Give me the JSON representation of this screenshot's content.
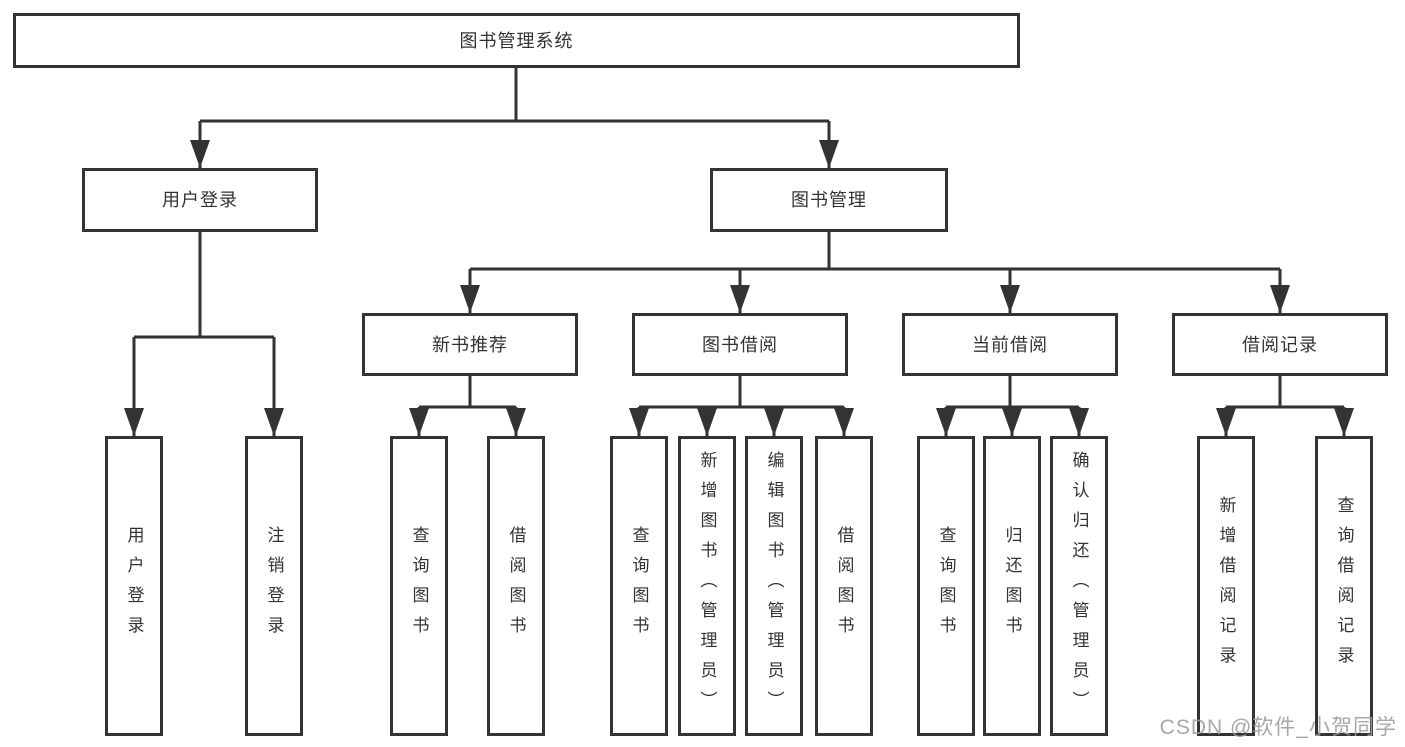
{
  "diagram": {
    "title": "图书管理系统",
    "root": {
      "label": "图书管理系统"
    },
    "level2": [
      {
        "label": "用户登录"
      },
      {
        "label": "图书管理"
      }
    ],
    "level3": [
      {
        "label": "新书推荐"
      },
      {
        "label": "图书借阅"
      },
      {
        "label": "当前借阅"
      },
      {
        "label": "借阅记录"
      }
    ],
    "leaves": [
      {
        "label": "用户登录",
        "parent": "用户登录"
      },
      {
        "label": "注销登录",
        "parent": "用户登录"
      },
      {
        "label": "查询图书",
        "parent": "新书推荐"
      },
      {
        "label": "借阅图书",
        "parent": "新书推荐"
      },
      {
        "label": "查询图书",
        "parent": "图书借阅"
      },
      {
        "label": "新增图书（管理员）",
        "parent": "图书借阅"
      },
      {
        "label": "编辑图书（管理员）",
        "parent": "图书借阅"
      },
      {
        "label": "借阅图书",
        "parent": "图书借阅"
      },
      {
        "label": "查询图书",
        "parent": "当前借阅"
      },
      {
        "label": "归还图书",
        "parent": "当前借阅"
      },
      {
        "label": "确认归还（管理员）",
        "parent": "当前借阅"
      },
      {
        "label": "新增借阅记录",
        "parent": "借阅记录"
      },
      {
        "label": "查询借阅记录",
        "parent": "借阅记录"
      }
    ],
    "colors": {
      "line": "#333333",
      "text": "#333333",
      "background": "#ffffff"
    }
  },
  "watermark": {
    "text": "CSDN @软件_小贺同学",
    "color": "#9e9e9e"
  }
}
